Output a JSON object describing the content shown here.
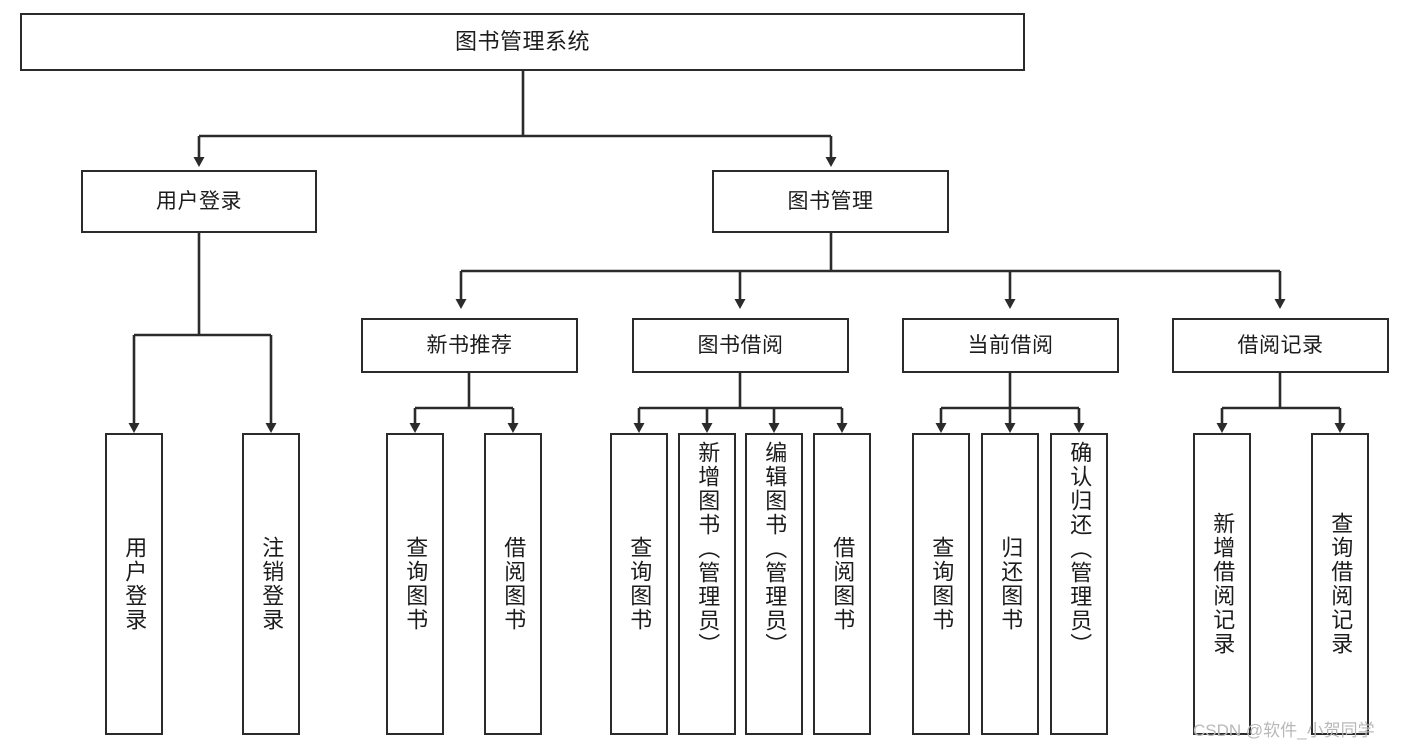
{
  "diagram": {
    "title": "图书管理系统",
    "type": "hierarchy-tree",
    "stroke_color": "#2b2b2b",
    "fill_color": "#ffffff",
    "text_color": "#1c1c1c",
    "watermark": "CSDN @软件_小贺同学",
    "nodes": {
      "root": {
        "label": "图书管理系统"
      },
      "level1": [
        {
          "id": "user-login",
          "label": "用户登录"
        },
        {
          "id": "book-manage",
          "label": "图书管理"
        }
      ],
      "level2": [
        {
          "id": "new-book-recommend",
          "label": "新书推荐"
        },
        {
          "id": "book-borrow",
          "label": "图书借阅"
        },
        {
          "id": "current-borrow",
          "label": "当前借阅"
        },
        {
          "id": "borrow-record",
          "label": "借阅记录"
        }
      ],
      "leaves": {
        "user_login": [
          {
            "id": "leaf-user-login",
            "label": "用户登录"
          },
          {
            "id": "leaf-logout-login",
            "label": "注销登录"
          }
        ],
        "new_book_recommend": [
          {
            "id": "leaf-query-book-1",
            "label": "查询图书"
          },
          {
            "id": "leaf-borrow-book-1",
            "label": "借阅图书"
          }
        ],
        "book_borrow": [
          {
            "id": "leaf-query-book-2",
            "label": "查询图书"
          },
          {
            "id": "leaf-add-book",
            "label": "新增图书（管理员）"
          },
          {
            "id": "leaf-edit-book",
            "label": "编辑图书（管理员）"
          },
          {
            "id": "leaf-borrow-book-2",
            "label": "借阅图书"
          }
        ],
        "current_borrow": [
          {
            "id": "leaf-query-book-3",
            "label": "查询图书"
          },
          {
            "id": "leaf-return-book",
            "label": "归还图书"
          },
          {
            "id": "leaf-confirm-return",
            "label": "确认归还（管理员）"
          }
        ],
        "borrow_record": [
          {
            "id": "leaf-add-record",
            "label": "新增借阅记录"
          },
          {
            "id": "leaf-query-record",
            "label": "查询借阅记录"
          }
        ]
      }
    }
  }
}
